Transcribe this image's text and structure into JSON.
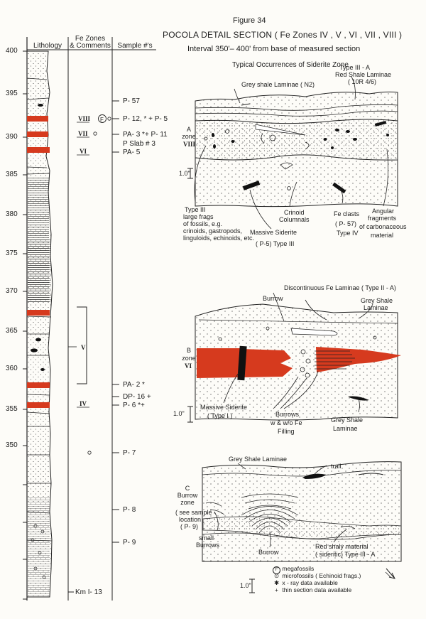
{
  "figure": {
    "number": "Figure 34",
    "title": "POCOLA DETAIL SECTION ( Fe Zones IV , V , VI , VII , VIII )",
    "subtitle": "Interval 350'– 400' from base of measured section",
    "typical": "Typical Occurrences of Siderite Zone"
  },
  "column": {
    "headers": {
      "lithology": "Lithology",
      "fe_zones_1": "Fe Zones",
      "fe_zones_2": "& Comments",
      "samples": "Sample #'s"
    },
    "depth_ticks": [
      "400",
      "395",
      "390",
      "385",
      "380",
      "375",
      "370",
      "365",
      "360",
      "355",
      "350"
    ],
    "zones": {
      "viii": "VIII",
      "vii": "VII",
      "vi": "VI",
      "v": "V",
      "iv": "IV"
    },
    "samples": {
      "p57": "P- 57",
      "p12": "P- 12, * + P- 5",
      "pa3": "PA- 3 *+ P- 11",
      "pslab": "P Slab # 3",
      "pa5": "PA- 5",
      "pa2": "PA- 2 *",
      "dp16": "DP- 16 +",
      "p6": "P- 6 *+",
      "p7": "P- 7",
      "p8": "P- 8",
      "p9": "P- 9",
      "km": "Km I- 13"
    },
    "siderite_color": "#d63a1e"
  },
  "panel_a": {
    "id": "A",
    "zone": "zone",
    "zone_num": "VIII",
    "scale": "1.0\"",
    "labels": {
      "grey_shale": "Grey shale Laminae ( N2)",
      "type3a_1": "Type III - A",
      "type3a_2": "Red Shale Laminae",
      "type3a_3": "( 10R 4/6)",
      "t3_1": "Type III",
      "t3_2": "large frags",
      "t3_3": "of fossils, e.g.",
      "t3_4": "crinoids, gastropods,",
      "t3_5": "linguloids, echinoids, etc.",
      "crinoid_1": "Crinoid",
      "crinoid_2": "Columnals",
      "massive_1": "Massive Siderite",
      "massive_2": "( P-5) Type III",
      "fe_1": "Fe clasts",
      "fe_2": "( P- 57)",
      "fe_3": "Type IV",
      "ang_1": "Angular",
      "ang_2": "fragments",
      "ang_3": "of carbonaceous",
      "ang_4": "material"
    }
  },
  "panel_b": {
    "id": "B",
    "zone": "zone",
    "zone_num": "VI",
    "scale": "1.0\"",
    "labels": {
      "disc": "Discontinuous Fe Laminae ( Type II - A)",
      "burrow": "Burrow",
      "grey1_1": "Grey Shale",
      "grey1_2": "Laminae",
      "massive_1": "Massive Siderite",
      "massive_2": "( Type I )",
      "burrows_1": "Burrows",
      "burrows_2": "w & w/o Fe",
      "burrows_3": "Filling",
      "grey2_1": "Grey Shale",
      "grey2_2": "Laminae"
    }
  },
  "panel_c": {
    "id": "C",
    "zone1": "Burrow",
    "zone2": "zone",
    "scale": "1.0\"",
    "labels": {
      "grey": "Grey Shale Laminae",
      "trail": "trail",
      "see_1": "( see sample",
      "see_2": "location",
      "see_3": "( P- 9)",
      "small_1": "small",
      "small_2": "Burrows",
      "burrow": "Burrow",
      "red_1": "Red shaly material",
      "red_2": "( sideritic) Type III - A"
    }
  },
  "legend": [
    {
      "symbol": "F",
      "text": "megafossils"
    },
    {
      "symbol": "⊙",
      "text": "microfossils ( Echinoid frags.)"
    },
    {
      "symbol": "✱",
      "text": "x - ray data available"
    },
    {
      "symbol": "+",
      "text": "thin section data available"
    }
  ]
}
